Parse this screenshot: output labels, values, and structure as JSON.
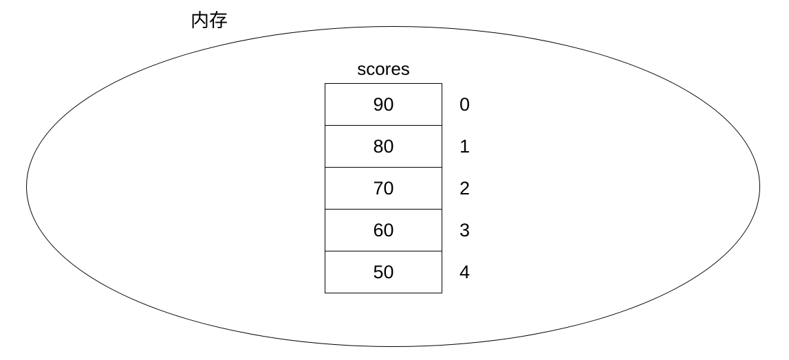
{
  "diagram": {
    "container_label": "内存",
    "array": {
      "name": "scores",
      "cells": [
        {
          "value": "90",
          "index": "0"
        },
        {
          "value": "80",
          "index": "1"
        },
        {
          "value": "70",
          "index": "2"
        },
        {
          "value": "60",
          "index": "3"
        },
        {
          "value": "50",
          "index": "4"
        }
      ]
    },
    "colors": {
      "stroke": "#000000",
      "background": "#ffffff",
      "text": "#000000"
    }
  }
}
